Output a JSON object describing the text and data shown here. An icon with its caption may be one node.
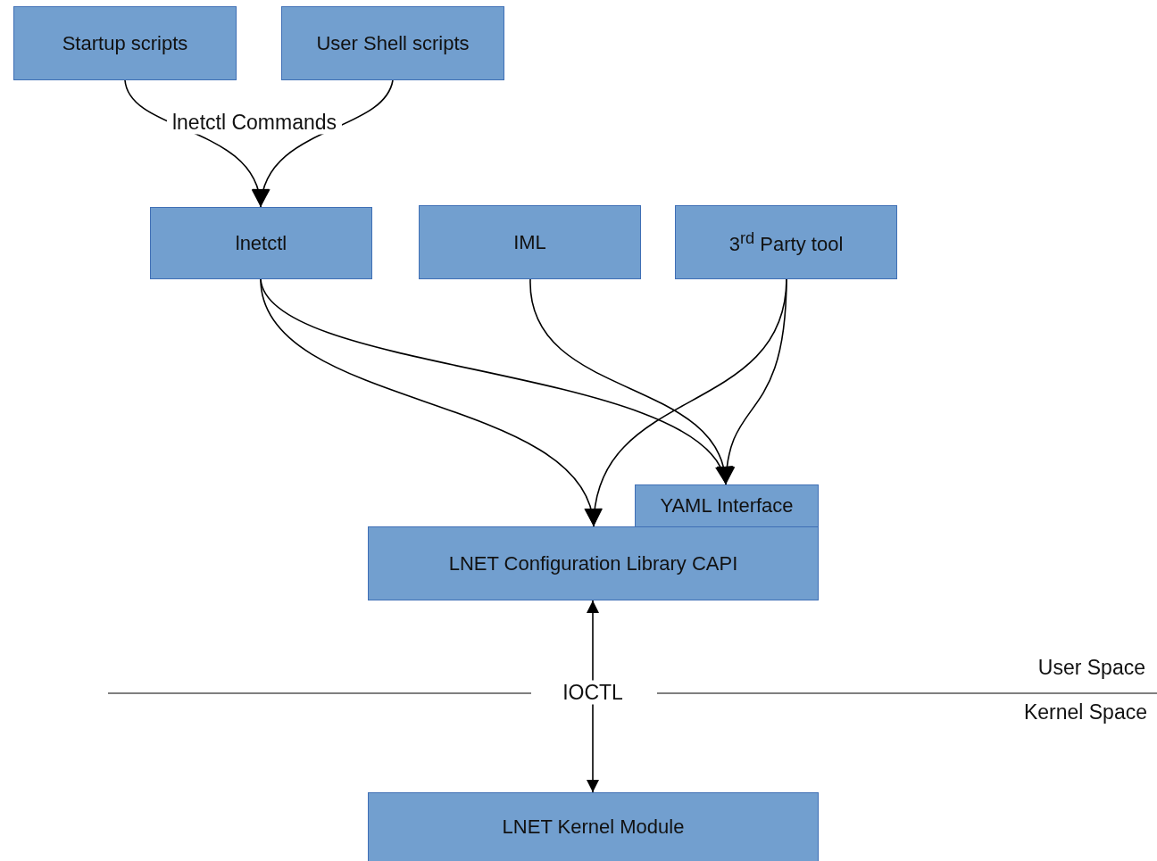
{
  "diagram": {
    "nodes": [
      {
        "text": [
          "Startup scripts"
        ]
      },
      {
        "text": [
          "User Shell scripts"
        ]
      },
      {
        "text": [
          "lnetctl"
        ]
      },
      {
        "text": [
          "IML"
        ]
      },
      {
        "text": [
          "3$^{rd}$ Party tool"
        ]
      },
      {
        "text": [
          "YAML Interface"
        ]
      },
      {
        "text": [
          "LNET Configuration Library CAPI"
        ]
      },
      {
        "text": [
          "LNET Kernel Module"
        ]
      }
    ],
    "edges": [
      {
        "from": 0,
        "to": 2,
        "arrow": "to",
        "label": "lnetctl Commands"
      },
      {
        "from": 1,
        "to": 2,
        "arrow": "to"
      },
      {
        "from": 2,
        "to": 6,
        "arrow": "to"
      },
      {
        "from": 2,
        "to": 5,
        "arrow": "to"
      },
      {
        "from": 3,
        "to": 5,
        "arrow": "to"
      },
      {
        "from": 4,
        "to": 6,
        "arrow": "to"
      },
      {
        "from": 4,
        "to": 5,
        "arrow": "to"
      },
      {
        "from": 6,
        "to": 7,
        "arrow": "both",
        "label": "IOCTL"
      }
    ],
    "labels": [
      "User Space",
      "Kernel Space"
    ]
  }
}
